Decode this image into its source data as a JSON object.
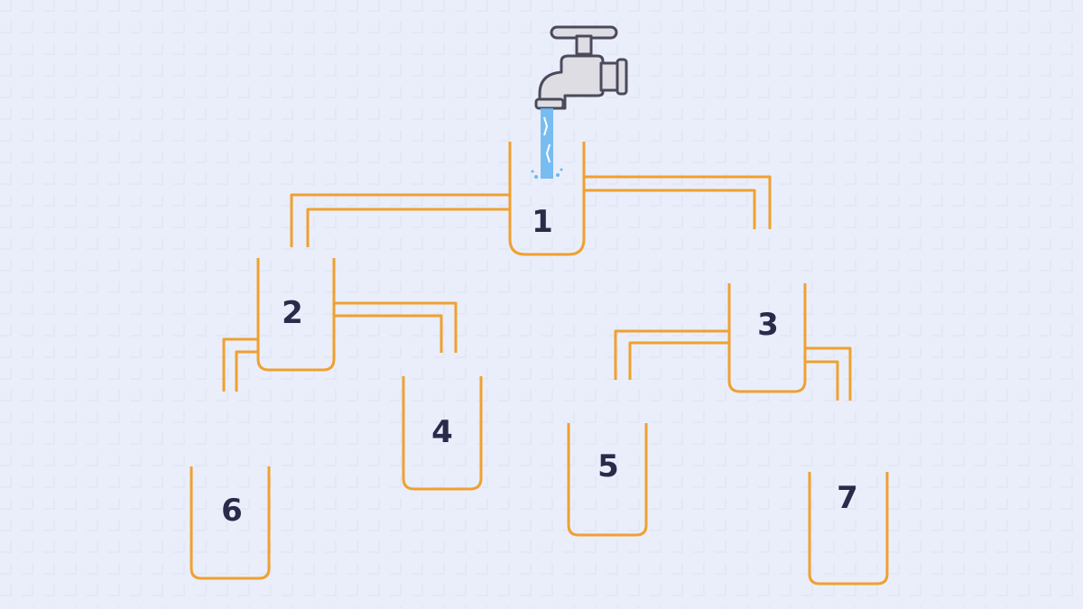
{
  "puzzle": {
    "cups": [
      {
        "id": "cup-1",
        "label": "1"
      },
      {
        "id": "cup-2",
        "label": "2"
      },
      {
        "id": "cup-3",
        "label": "3"
      },
      {
        "id": "cup-4",
        "label": "4"
      },
      {
        "id": "cup-5",
        "label": "5"
      },
      {
        "id": "cup-6",
        "label": "6"
      },
      {
        "id": "cup-7",
        "label": "7"
      }
    ],
    "colors": {
      "background": "#e9eefa",
      "pipe": "#f0a030",
      "water": "#6ab7f0",
      "faucet_body": "#dedde3",
      "faucet_outline": "#4a4a5c",
      "label": "#2a2a4a"
    },
    "icons": [
      "faucet-icon",
      "water-stream-icon"
    ]
  }
}
